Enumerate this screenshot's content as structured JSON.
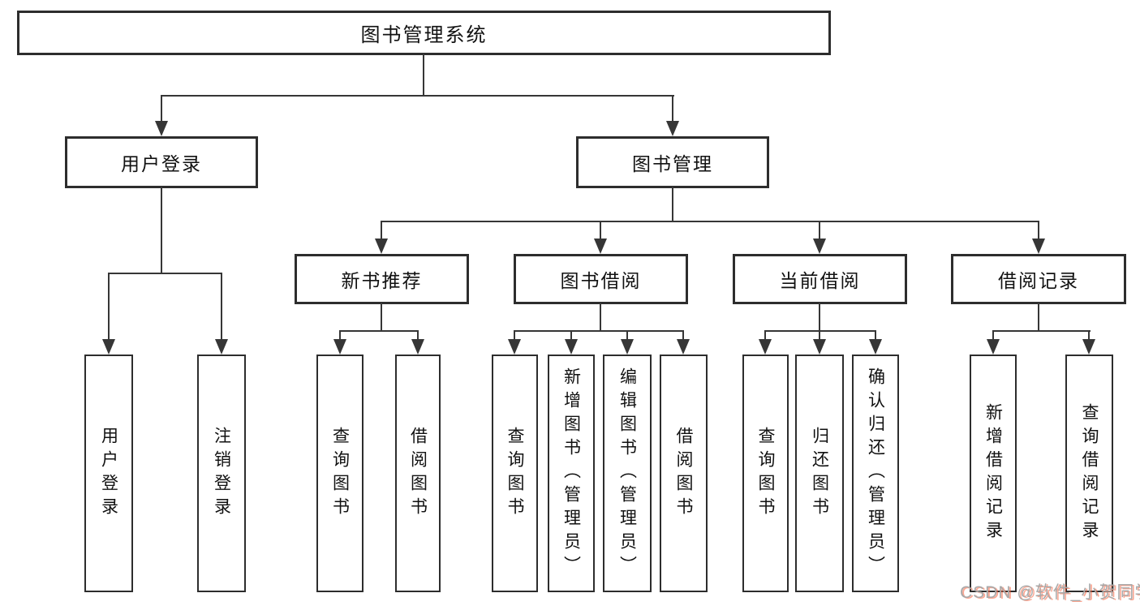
{
  "tree": {
    "label": "图书管理系统",
    "children": [
      {
        "label": "用户登录",
        "children": [
          {
            "label": "用户登录"
          },
          {
            "label": "注销登录"
          }
        ]
      },
      {
        "label": "图书管理",
        "children": [
          {
            "label": "新书推荐",
            "children": [
              {
                "label": "查询图书"
              },
              {
                "label": "借阅图书"
              }
            ]
          },
          {
            "label": "图书借阅",
            "children": [
              {
                "label": "查询图书"
              },
              {
                "label": "新增图书（管理员）"
              },
              {
                "label": "编辑图书（管理员）"
              },
              {
                "label": "借阅图书"
              }
            ]
          },
          {
            "label": "当前借阅",
            "children": [
              {
                "label": "查询图书"
              },
              {
                "label": "归还图书"
              },
              {
                "label": "确认归还（管理员）"
              }
            ]
          },
          {
            "label": "借阅记录",
            "children": [
              {
                "label": "新增借阅记录"
              },
              {
                "label": "查询借阅记录"
              }
            ]
          }
        ]
      }
    ]
  },
  "watermark": "CSDN @软件_小贺同学",
  "colors": {
    "line": "#363636",
    "box_border": "#2d2d2d",
    "text": "#111111",
    "background": "#ffffff",
    "watermark_gray": "#a9a9a9",
    "watermark_red": "#f75d39"
  }
}
